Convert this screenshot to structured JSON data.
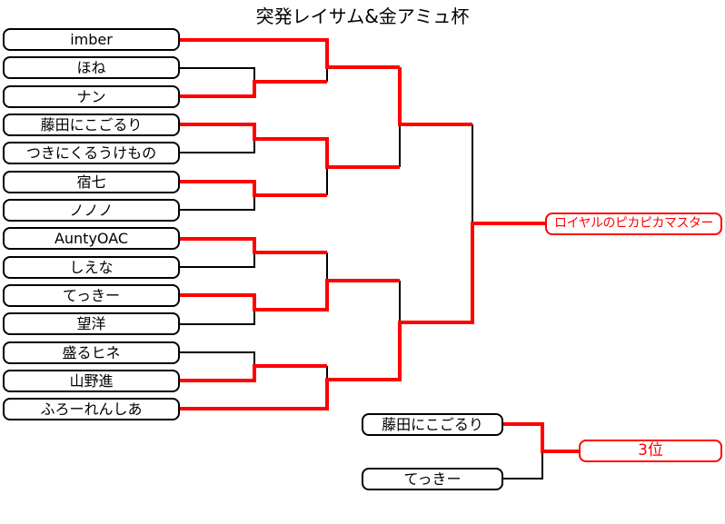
{
  "title": "突発レイサム&金アミュ杯",
  "entrants": [
    "imber",
    "ほね",
    "ナン",
    "藤田にこごるり",
    "つきにくるうけもの",
    "宿七",
    "ノノノ",
    "AuntyOAC",
    "しえな",
    "てっきー",
    "望洋",
    "盛るヒネ",
    "山野進",
    "ふろーれんしあ"
  ],
  "champion": "ロイヤルのピカピカマスター",
  "third_place": {
    "players": [
      "藤田にこごるり",
      "てっきー"
    ],
    "label": "3位"
  },
  "colors": {
    "winner_line": "#ff0000",
    "loser_line": "#000000"
  }
}
